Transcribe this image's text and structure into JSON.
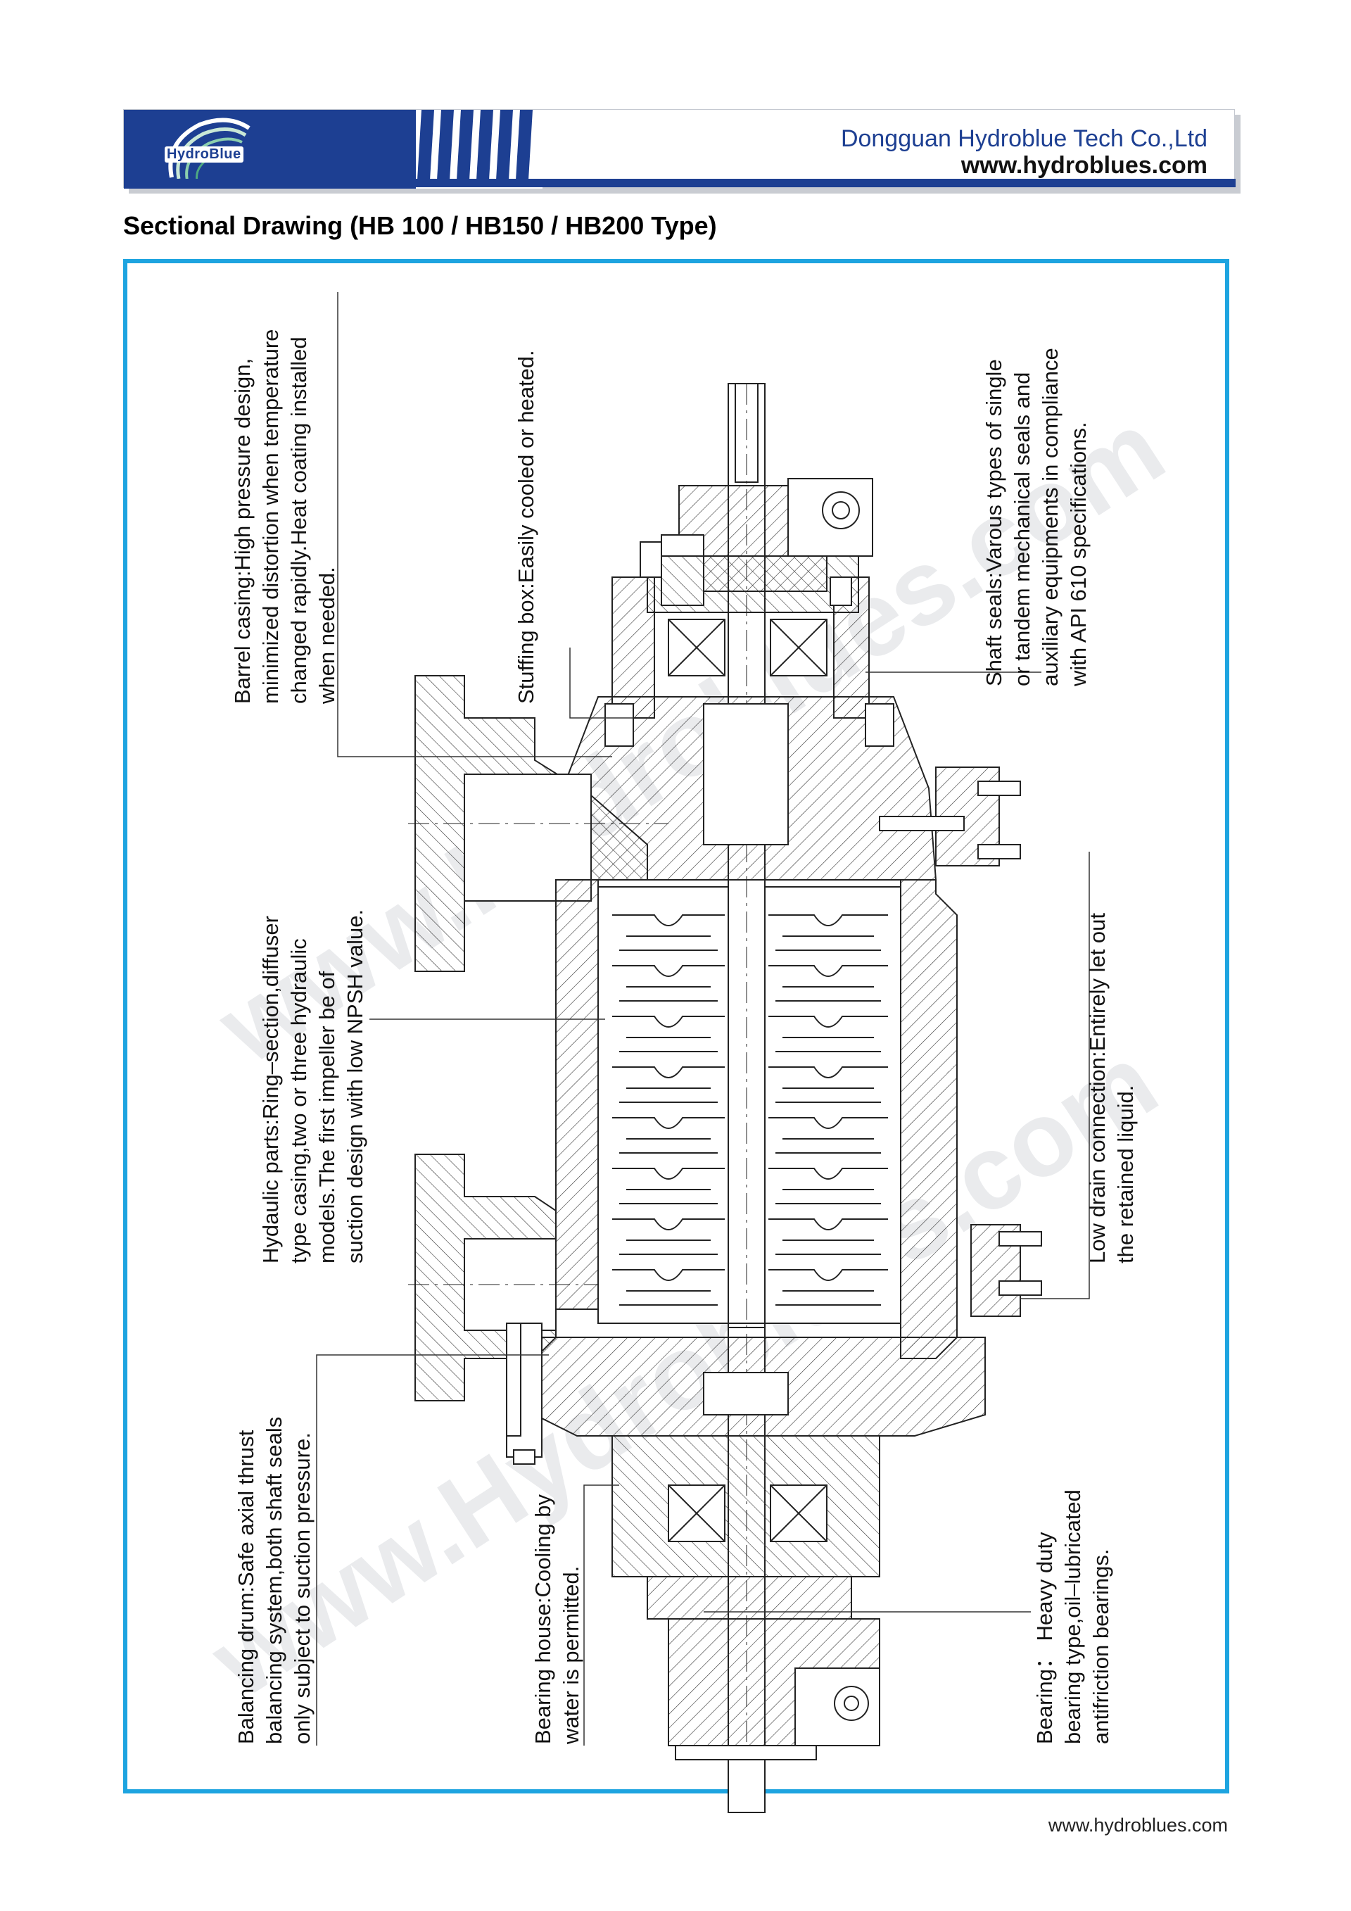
{
  "header": {
    "logo_text": "HydroBlue",
    "company": "Dongguan Hydroblue Tech Co.,Ltd",
    "website": "www.hydroblues.com",
    "brand_color": "#1d3f92"
  },
  "title": "Sectional Drawing (HB 100 / HB150 / HB200 Type)",
  "frame_color": "#1da4e0",
  "watermarks": [
    "www.Hydroblues.com",
    "www.Hydroblues.com"
  ],
  "annotations": {
    "barrel_casing": [
      "Barrel casing:High pressure design,",
      "minimized distortion when temperature",
      "changed rapidly.Heat coating installed",
      "when needed."
    ],
    "stuffing_box": [
      "Stuffing box:Easily cooled or heated."
    ],
    "shaft_seals": [
      "Shaft seals:Varous types of single",
      "or tandem mechanical seals and",
      "auxiliary equipments in compliance",
      "with API 610 specifications."
    ],
    "hydraulic_parts": [
      "Hydaulic parts:Ring–section,diffuser",
      "type casing,two or three hydraulic",
      "models.The first impeller be of",
      "suction design with low NPSH value."
    ],
    "low_drain": [
      "Low drain connection:Entirely let out",
      "the retained liquid."
    ],
    "balancing_drum": [
      "Balancing drum:Safe axial thrust",
      "balancing system,both shaft seals",
      "only subject to suction pressure."
    ],
    "bearing_house": [
      "Bearing house:Cooling by",
      "water is permitted."
    ],
    "bearing": [
      "Bearing： Heavy duty",
      "bearing type,oil–lubricated",
      "antifriction bearings."
    ]
  },
  "footer": "www.hydroblues.com"
}
